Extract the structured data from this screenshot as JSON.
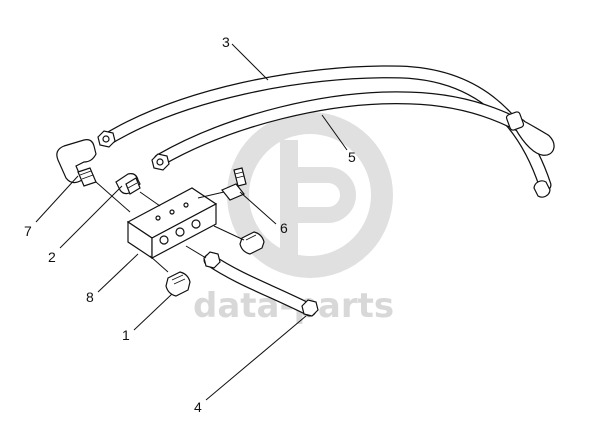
{
  "watermark": {
    "text": "data-parts",
    "color": "#d8d8d8"
  },
  "callouts": [
    {
      "id": "1",
      "label": "1"
    },
    {
      "id": "2",
      "label": "2"
    },
    {
      "id": "3",
      "label": "3"
    },
    {
      "id": "4",
      "label": "4"
    },
    {
      "id": "5",
      "label": "5"
    },
    {
      "id": "6",
      "label": "6"
    },
    {
      "id": "7",
      "label": "7"
    },
    {
      "id": "8",
      "label": "8"
    }
  ],
  "colors": {
    "line": "#111111",
    "background": "#ffffff"
  }
}
